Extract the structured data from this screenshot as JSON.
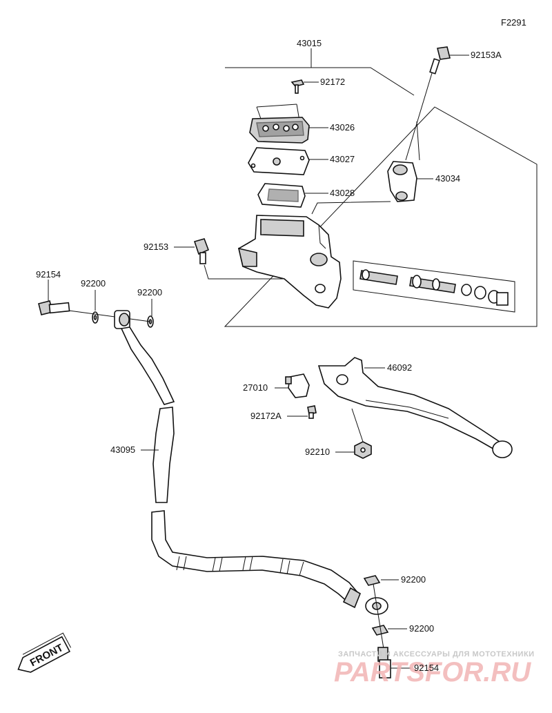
{
  "figure_code": "F2291",
  "labels": {
    "l43015": "43015",
    "l92153A": "92153A",
    "l92172": "92172",
    "l43026": "43026",
    "l43027": "43027",
    "l43028": "43028",
    "l43034": "43034",
    "l92153": "92153",
    "l92154_top": "92154",
    "l92200_a": "92200",
    "l92200_b": "92200",
    "l46092": "46092",
    "l27010": "27010",
    "l92172A": "92172A",
    "l92210": "92210",
    "l43095": "43095",
    "l92200_c": "92200",
    "l92200_d": "92200",
    "l92154_bottom": "92154"
  },
  "front_badge": "FRONT",
  "watermark": {
    "line1": "ЗАПЧАСТИ И АКСЕССУАРЫ ДЛЯ МОТОТЕХНИКИ",
    "line2": "PARTSFOR.RU",
    "color": "#e06b6b"
  }
}
